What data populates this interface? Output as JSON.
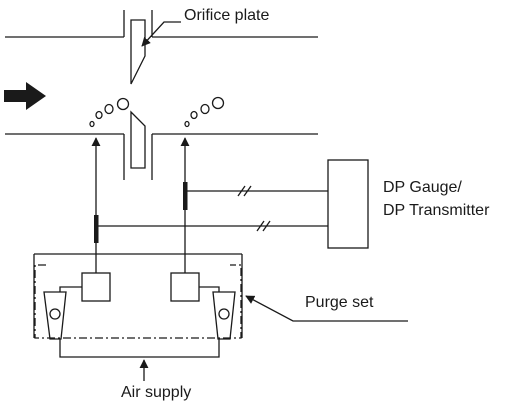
{
  "labels": {
    "orifice_plate": "Orifice plate",
    "dp_gauge_line1": "DP Gauge/",
    "dp_gauge_line2": "DP Transmitter",
    "purge_set": "Purge set",
    "air_supply": "Air supply"
  },
  "colors": {
    "stroke": "#1a1a1a",
    "background": "#ffffff"
  }
}
